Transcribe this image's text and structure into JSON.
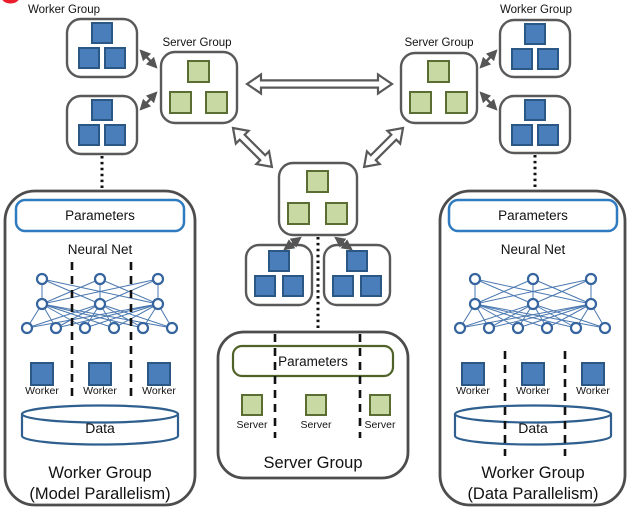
{
  "top": {
    "left_worker_group_label": "Worker Group",
    "left_server_group_label": "Server Group",
    "right_server_group_label": "Server Group",
    "right_worker_group_label": "Worker Group"
  },
  "left_panel": {
    "parameters": "Parameters",
    "neural_net": "Neural Net",
    "workers": [
      "Worker",
      "Worker",
      "Worker"
    ],
    "data": "Data",
    "title": "Worker Group",
    "subtitle": "(Model Parallelism)"
  },
  "center_panel": {
    "parameters": "Parameters",
    "servers": [
      "Server",
      "Server",
      "Server"
    ],
    "title": "Server Group"
  },
  "right_panel": {
    "parameters": "Parameters",
    "neural_net": "Neural Net",
    "workers": [
      "Worker",
      "Worker",
      "Worker"
    ],
    "data": "Data",
    "title": "Worker Group",
    "subtitle": "(Data Parallelism)"
  },
  "icons": {
    "worker_node": "blue-square",
    "server_node": "green-square",
    "badge": "red-dot"
  },
  "colors": {
    "worker_fill": "#4a7ebb",
    "worker_stroke": "#2a5784",
    "server_fill": "#c8d9a4",
    "server_stroke": "#5a6e33",
    "group_box_stroke": "#595959",
    "parameters_blue": "#2f7bbf",
    "parameters_green": "#4f6228",
    "neural_net_blue": "#35649f",
    "cylinder_blue": "#2e5f8f",
    "arrow_gray": "#595959",
    "badge_red": "#ec1c2d"
  }
}
